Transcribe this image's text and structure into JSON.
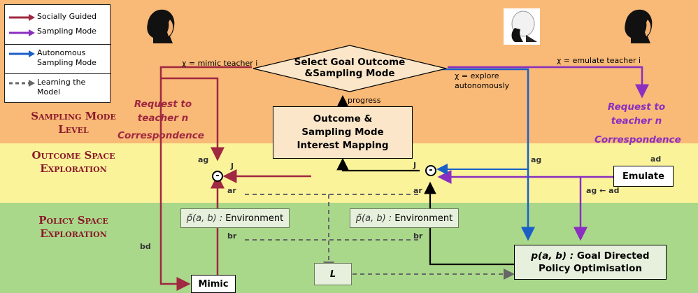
{
  "colors": {
    "social": "#a02840",
    "sampling": "#8a2fc0",
    "autonomous": "#1a5fc8",
    "learning": "#666666",
    "band_top": "#f9b977",
    "band_mid": "#fbf39a",
    "band_bottom": "#a9d88a"
  },
  "legend": {
    "items": [
      {
        "label": "Socially Guided"
      },
      {
        "label": "Sampling Mode"
      },
      {
        "label": "Autonomous Sampling Mode"
      },
      {
        "label": "Learning the Model"
      }
    ]
  },
  "levels": {
    "sampling_mode": "Sampling Mode Level",
    "outcome_space": "Outcome Space Exploration",
    "policy_space": "Policy Space Exploration"
  },
  "nodes": {
    "select": "Select Goal Outcome &Sampling Mode",
    "interest_mapping": "Outcome & Sampling Mode Interest Mapping",
    "emulate": "Emulate",
    "mimic": "Mimic",
    "policy_opt_math": "p(a, b) :",
    "policy_opt_label": "Goal Directed Policy Optimisation",
    "env_math": "p̃(a, b) :",
    "env_label": "Environment",
    "model": "L"
  },
  "labels": {
    "mimic_teacher": "χ = mimic teacher i",
    "emulate_teacher": "χ = emulate teacher i",
    "explore": "χ = explore autonomously",
    "progress": "progress",
    "request_left": "Request to teacher n",
    "correspondence_left": "Correspondence",
    "request_right": "Request to teacher n",
    "correspondence_right": "Correspondence",
    "J": "J",
    "minus": "-",
    "ag": "ag",
    "ar": "ar",
    "ad": "ad",
    "br": "br",
    "bd": "bd",
    "ag_from_ad": "ag ← ad"
  },
  "icons": [
    "teacher-head-icon",
    "robot-head-icon",
    "teacher-head-icon"
  ]
}
